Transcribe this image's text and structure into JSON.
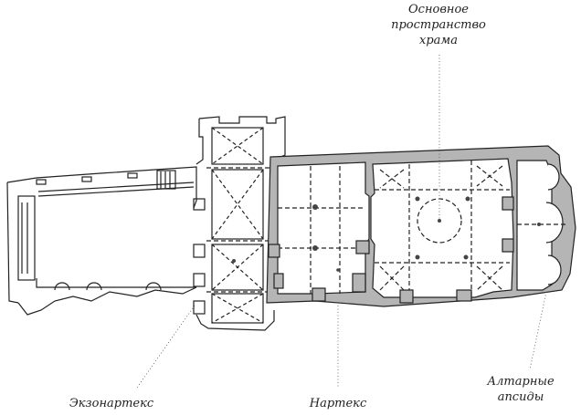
{
  "labels": {
    "main_space": [
      "Основное",
      "пространство",
      "храма"
    ],
    "exonarthex": "Экзонартекс",
    "narthex": "Нартекс",
    "altar_apses": [
      "Алтарные",
      "апсиды"
    ]
  },
  "colors": {
    "ink": "#222222",
    "wall_fill": "#b5b5b5",
    "background": "#ffffff"
  }
}
